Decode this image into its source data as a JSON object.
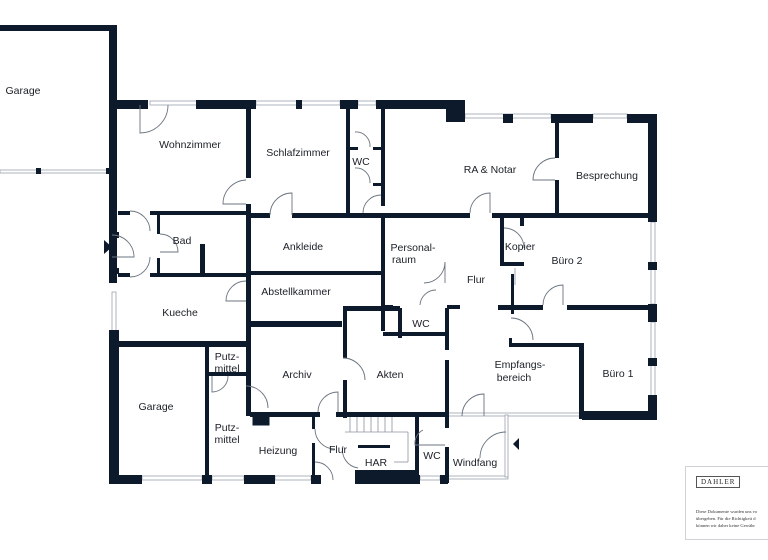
{
  "plan": {
    "wall_color": "#0c1a2b",
    "rooms": [
      {
        "name": "Garage"
      },
      {
        "name": "Wohnzimmer"
      },
      {
        "name": "Schlafzimmer"
      },
      {
        "name": "WC"
      },
      {
        "name": "RA & Notar"
      },
      {
        "name": "Besprechung"
      },
      {
        "name": "Bad"
      },
      {
        "name": "Ankleide"
      },
      {
        "name": "Personal-",
        "name2": "raum"
      },
      {
        "name": "Kopier"
      },
      {
        "name": "Büro 2"
      },
      {
        "name": "Flur"
      },
      {
        "name": "Abstellkammer"
      },
      {
        "name": "Kueche"
      },
      {
        "name": "WC"
      },
      {
        "name": "Archiv"
      },
      {
        "name": "Akten"
      },
      {
        "name": "Empfangs-",
        "name2": "bereich"
      },
      {
        "name": "Büro 1"
      },
      {
        "name": "Garage"
      },
      {
        "name": "Putz-",
        "name2": "mittel"
      },
      {
        "name": "Putz-",
        "name2": "mittel"
      },
      {
        "name": "Heizung"
      },
      {
        "name": "Flur"
      },
      {
        "name": "HAR"
      },
      {
        "name": "WC"
      },
      {
        "name": "Windfang"
      }
    ],
    "icons": [
      "entrance-arrow-icon",
      "stairs-icon"
    ]
  },
  "legend": {
    "brand": "DAHLER",
    "disclaimer": [
      "Diese Dokumente wurden uns vo",
      "übergeben. Für die Richtigkeit d",
      "können wir daher keine Gewähr"
    ]
  }
}
